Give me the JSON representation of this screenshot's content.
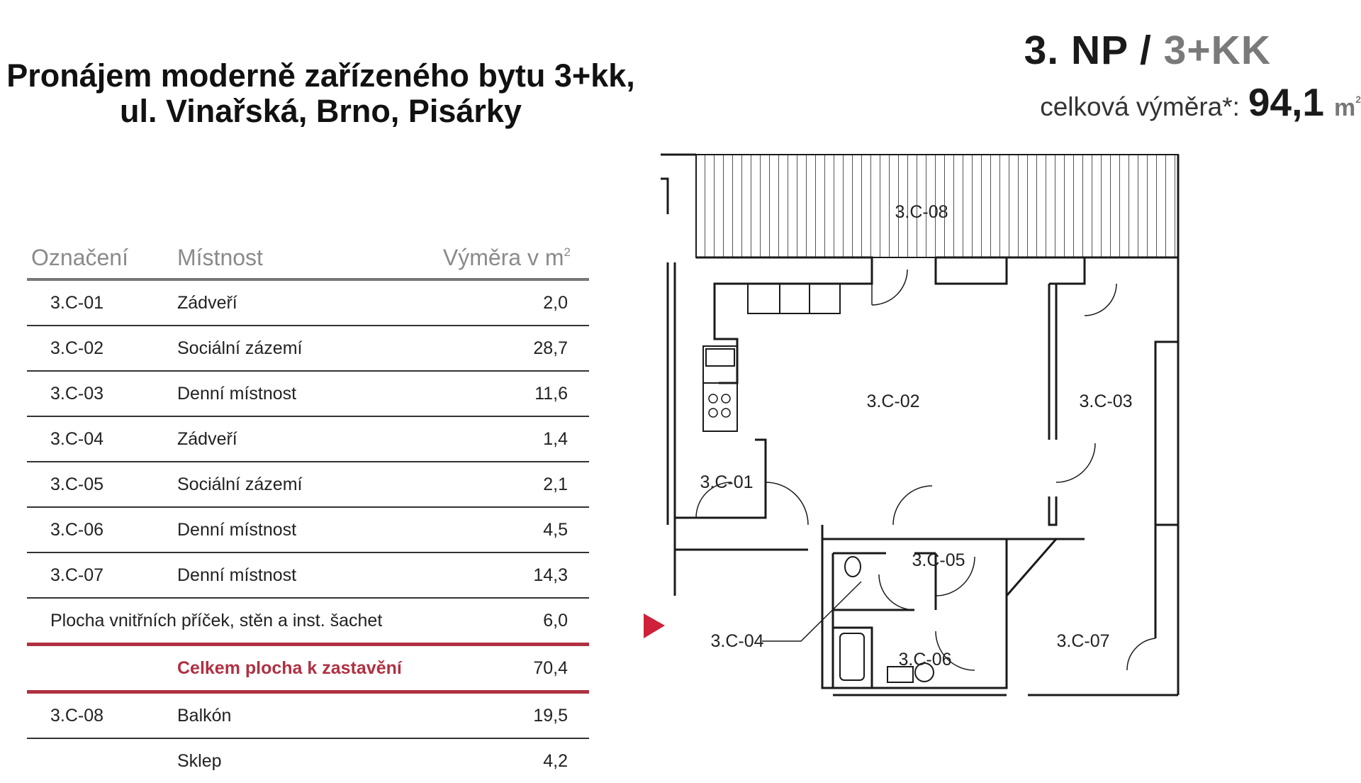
{
  "title": {
    "line1": "Pronájem moderně zařízeného bytu 3+kk,",
    "line2": "ul. Vinařská, Brno, Pisárky"
  },
  "floor": {
    "np": "3. NP",
    "separator": "/",
    "layout": "3+KK"
  },
  "total_area": {
    "label": "celková výměra*:",
    "value": "94,1",
    "unit": "m",
    "unit_exp": "2"
  },
  "table": {
    "headers": {
      "code": "Označení",
      "room": "Místnost",
      "area": "Výměra v m",
      "area_exp": "2"
    },
    "rows": [
      {
        "code": "3.C-01",
        "room": "Zádveří",
        "area": "2,0"
      },
      {
        "code": "3.C-02",
        "room": "Sociální zázemí",
        "area": "28,7"
      },
      {
        "code": "3.C-03",
        "room": "Denní místnost",
        "area": "11,6"
      },
      {
        "code": "3.C-04",
        "room": "Zádveří",
        "area": "1,4"
      },
      {
        "code": "3.C-05",
        "room": "Sociální zázemí",
        "area": "2,1"
      },
      {
        "code": "3.C-06",
        "room": "Denní místnost",
        "area": "4,5"
      },
      {
        "code": "3.C-07",
        "room": "Denní místnost",
        "area": "14,3"
      }
    ],
    "partitions": {
      "label": "Plocha vnitřních příček, stěn a inst. šachet",
      "area": "6,0"
    },
    "total": {
      "label": "Celkem plocha k zastavění",
      "area": "70,4"
    },
    "extra_rows": [
      {
        "code": "3.C-08",
        "room": "Balkón",
        "area": "19,5"
      },
      {
        "code": "",
        "room": "Sklep",
        "area": "4,2"
      }
    ]
  },
  "plan": {
    "labels": {
      "r01": "3.C-01",
      "r02": "3.C-02",
      "r03": "3.C-03",
      "r04": "3.C-04",
      "r05": "3.C-05",
      "r06": "3.C-06",
      "r07": "3.C-07",
      "r08": "3.C-08"
    },
    "entrance_color": "#d0213a"
  }
}
